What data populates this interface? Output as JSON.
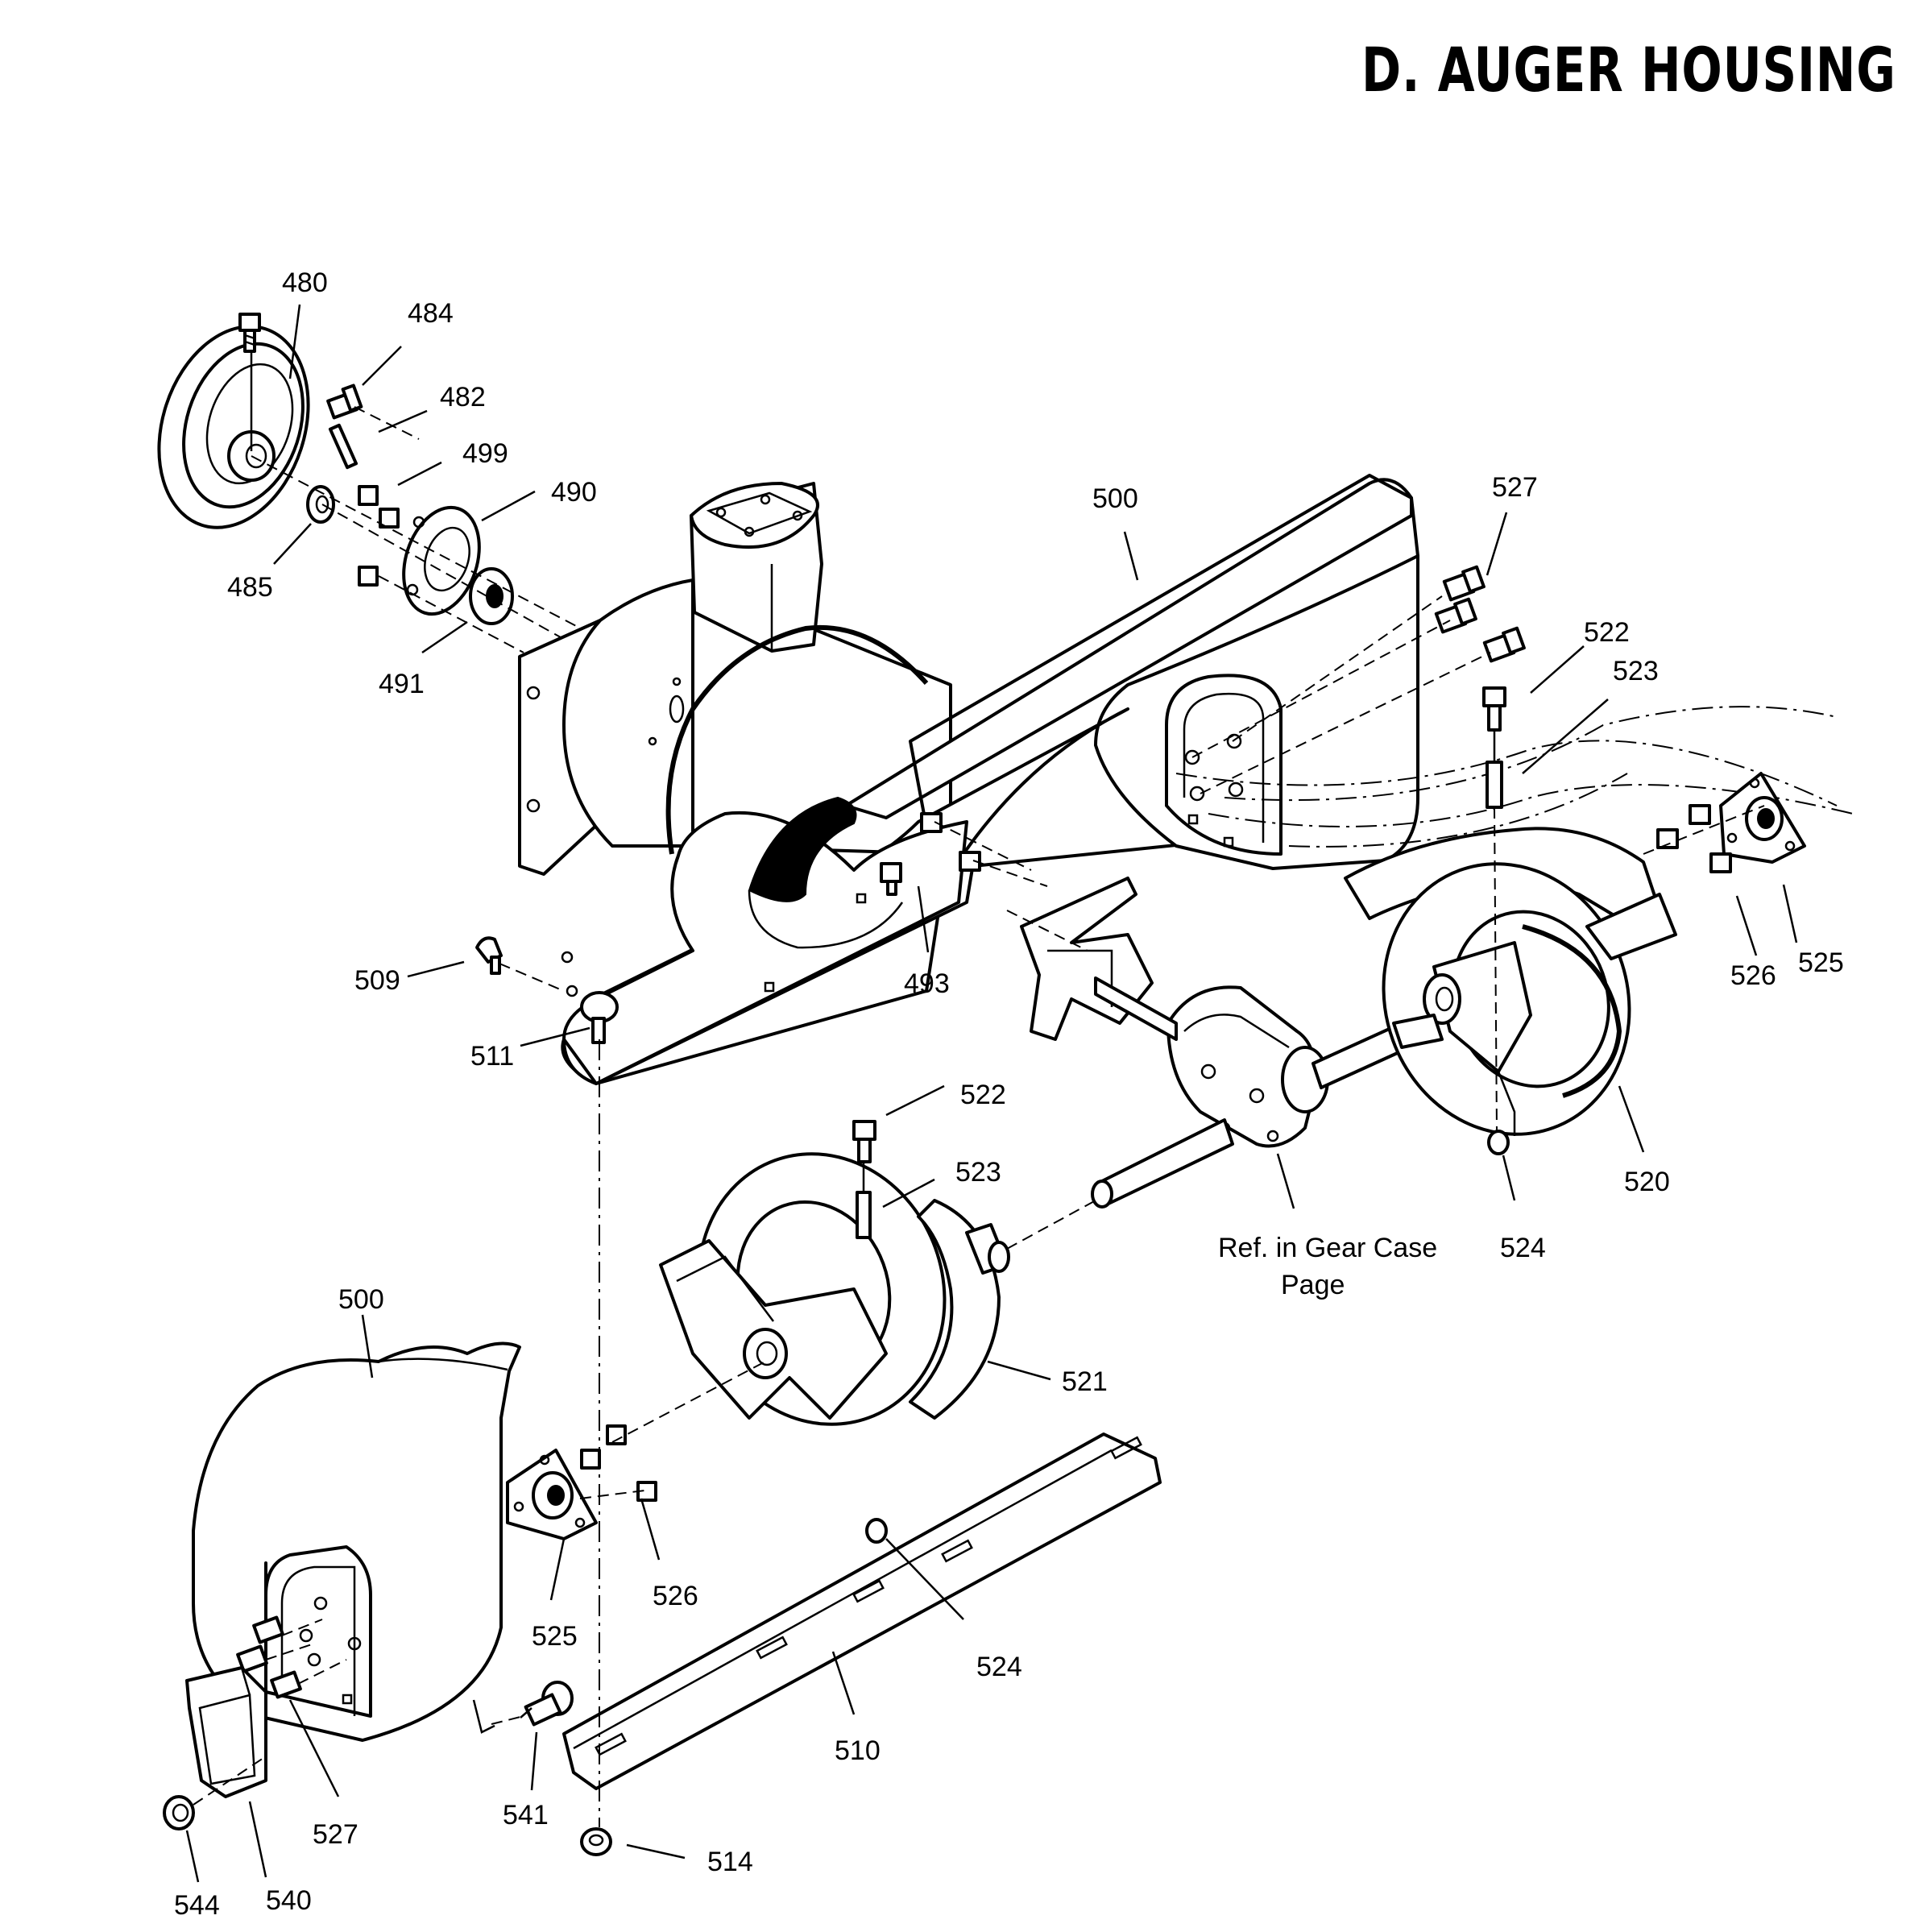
{
  "header": {
    "title": "D. AUGER HOUSING"
  },
  "note": {
    "line1": "Ref. in Gear Case",
    "line2": "Page"
  },
  "callouts": [
    {
      "id": "c480a",
      "label": "480"
    },
    {
      "id": "c484a",
      "label": "484"
    },
    {
      "id": "c482a",
      "label": "482"
    },
    {
      "id": "c499a",
      "label": "499"
    },
    {
      "id": "c490a",
      "label": "490"
    },
    {
      "id": "c485a",
      "label": "485"
    },
    {
      "id": "c491a",
      "label": "491"
    },
    {
      "id": "c500a",
      "label": "500"
    },
    {
      "id": "c527a",
      "label": "527"
    },
    {
      "id": "c522a",
      "label": "522"
    },
    {
      "id": "c523a",
      "label": "523"
    },
    {
      "id": "c509a",
      "label": "509"
    },
    {
      "id": "c493a",
      "label": "493"
    },
    {
      "id": "c526a",
      "label": "526"
    },
    {
      "id": "c525a",
      "label": "525"
    },
    {
      "id": "c511a",
      "label": "511"
    },
    {
      "id": "c522b",
      "label": "522"
    },
    {
      "id": "c523b",
      "label": "523"
    },
    {
      "id": "c520a",
      "label": "520"
    },
    {
      "id": "c524a",
      "label": "524"
    },
    {
      "id": "c500b",
      "label": "500"
    },
    {
      "id": "c521a",
      "label": "521"
    },
    {
      "id": "c526b",
      "label": "526"
    },
    {
      "id": "c525b",
      "label": "525"
    },
    {
      "id": "c524b",
      "label": "524"
    },
    {
      "id": "c510a",
      "label": "510"
    },
    {
      "id": "c527b",
      "label": "527"
    },
    {
      "id": "c541a",
      "label": "541"
    },
    {
      "id": "c514a",
      "label": "514"
    },
    {
      "id": "c544a",
      "label": "544"
    },
    {
      "id": "c540a",
      "label": "540"
    }
  ]
}
